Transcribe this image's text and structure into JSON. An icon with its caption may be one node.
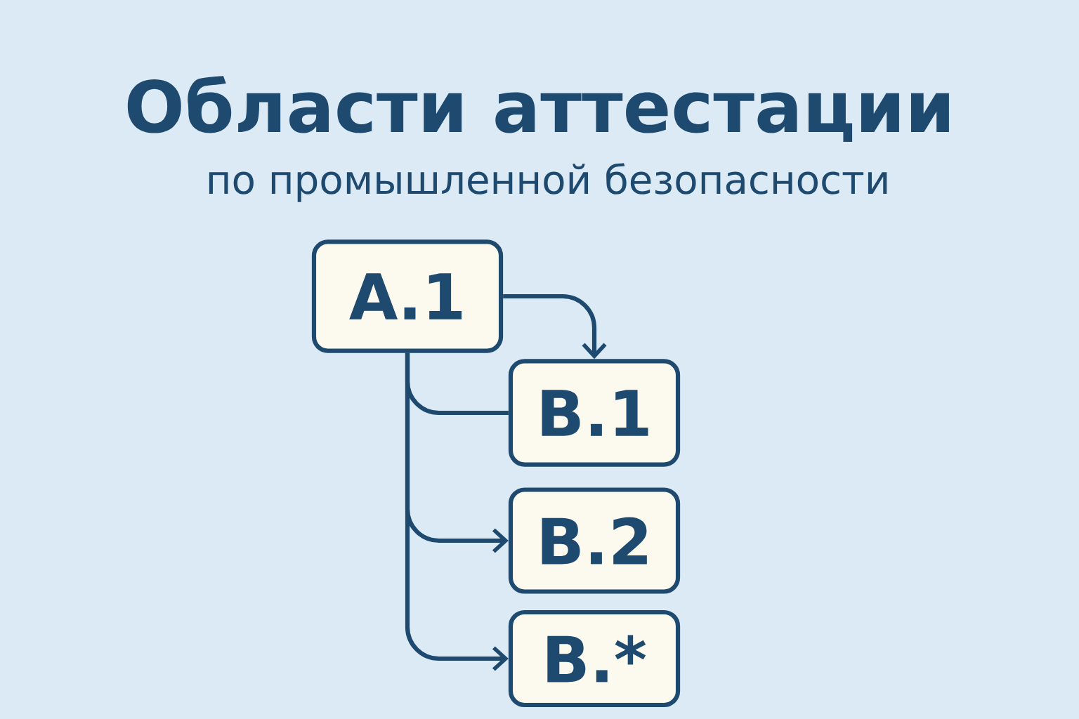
{
  "diagram": {
    "title": "Области аттестации",
    "caption": "по промышленной безопасности",
    "nodes": [
      {
        "text": [
          "А.1"
        ]
      },
      {
        "text": [
          "В.1"
        ]
      },
      {
        "text": [
          "В.2"
        ]
      },
      {
        "text": [
          "В.*"
        ]
      }
    ],
    "edges": [
      {
        "from": 0,
        "to": 1,
        "arrow": "to"
      },
      {
        "from": 0,
        "to": 1,
        "arrow": "none"
      },
      {
        "from": 0,
        "to": 2,
        "arrow": "to"
      },
      {
        "from": 0,
        "to": 3,
        "arrow": "to"
      }
    ]
  }
}
